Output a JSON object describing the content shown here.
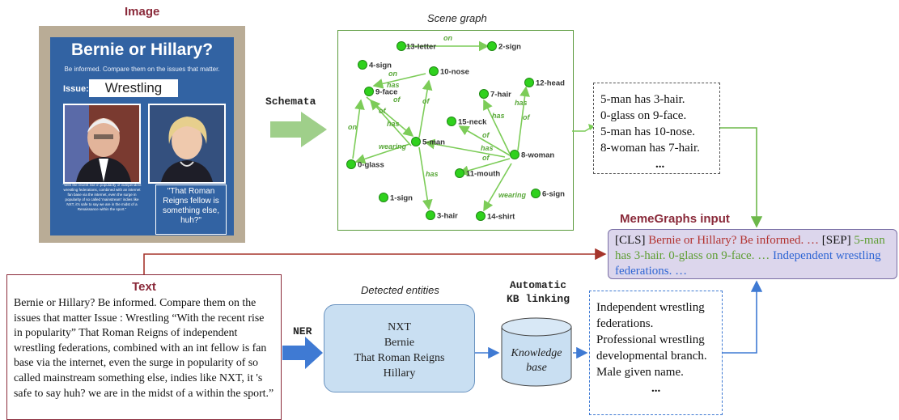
{
  "image_section": {
    "title": "Image"
  },
  "poster": {
    "title": "Bernie or Hillary?",
    "subtitle": "Be informed. Compare them on the issues that matter.",
    "issue_label": "Issue:",
    "issue_value": "Wrestling",
    "quote_left": "\"With the recent rise in popularity of independent wrestling federations, combined with an internet fan base via the internet, even the surge in popularity of so called 'mainstream' indies like NXT, it's safe to say we are in the midst of a Renaissance within the sport.\"",
    "quote_right": "\"That Roman Reigns fellow is something else, huh?\""
  },
  "schemata": {
    "label": "Schemata"
  },
  "scene_graph": {
    "title": "Scene graph",
    "nodes": [
      {
        "id": "n13",
        "label": "13-letter"
      },
      {
        "id": "n2",
        "label": "2-sign"
      },
      {
        "id": "n4",
        "label": "4-sign"
      },
      {
        "id": "n10",
        "label": "10-nose"
      },
      {
        "id": "n12",
        "label": "12-head"
      },
      {
        "id": "n9",
        "label": "9-face"
      },
      {
        "id": "n7",
        "label": "7-hair"
      },
      {
        "id": "n15",
        "label": "15-neck"
      },
      {
        "id": "n5",
        "label": "5-man"
      },
      {
        "id": "n8",
        "label": "8-woman"
      },
      {
        "id": "n0",
        "label": "0-glass"
      },
      {
        "id": "n11",
        "label": "11-mouth"
      },
      {
        "id": "n1",
        "label": "1-sign"
      },
      {
        "id": "n6",
        "label": "6-sign"
      },
      {
        "id": "n3",
        "label": "3-hair"
      },
      {
        "id": "n14",
        "label": "14-shirt"
      }
    ],
    "edge_labels": [
      "on",
      "on",
      "has",
      "of",
      "of",
      "has",
      "on",
      "has",
      "wearing",
      "has",
      "has",
      "of",
      "has",
      "of",
      "has",
      "of",
      "wearing",
      "of"
    ]
  },
  "schemata_output": {
    "lines": [
      "5-man has 3-hair.",
      "0-glass on 9-face.",
      "5-man has 10-nose.",
      "8-woman has 7-hair."
    ],
    "ellipsis": "..."
  },
  "memegraphs": {
    "title": "MemeGraphs input",
    "cls": "[CLS]",
    "text_part": "Bernie or Hillary? Be informed. …",
    "sep": "[SEP]",
    "graph_part": "5-man has 3-hair. 0-glass on 9-face. …",
    "kb_part": "Independent wrestling federations. …"
  },
  "text_section": {
    "title": "Text",
    "body": "Bernie or Hillary? Be informed. Compare them on the issues that matter Issue : Wrestling “With the recent rise in popularity” That Roman Reigns of independent wrestling federations, combined with an int fellow is fan base via the internet, even the surge in popularity of so called mainstream something else, indies like NXT, it 's safe to say huh? we are in the midst of a within the sport.”"
  },
  "ner": {
    "label": "NER"
  },
  "entities": {
    "title": "Detected entities",
    "items": [
      "NXT",
      "Bernie",
      "That Roman Reigns",
      "Hillary"
    ]
  },
  "kb_linking": {
    "label_line1": "Automatic",
    "label_line2": "KB linking"
  },
  "knowledge_base": {
    "line1": "Knowledge",
    "line2": "base"
  },
  "kb_output": {
    "lines": [
      "Independent wrestling",
      "federations.",
      "Professional wrestling",
      "developmental branch.",
      "Male given name."
    ],
    "ellipsis": "..."
  },
  "colors": {
    "text_red": "#b2322f",
    "graph_green": "#5f9e34",
    "kb_blue": "#2f66d4",
    "node_green": "#2fd11d"
  }
}
